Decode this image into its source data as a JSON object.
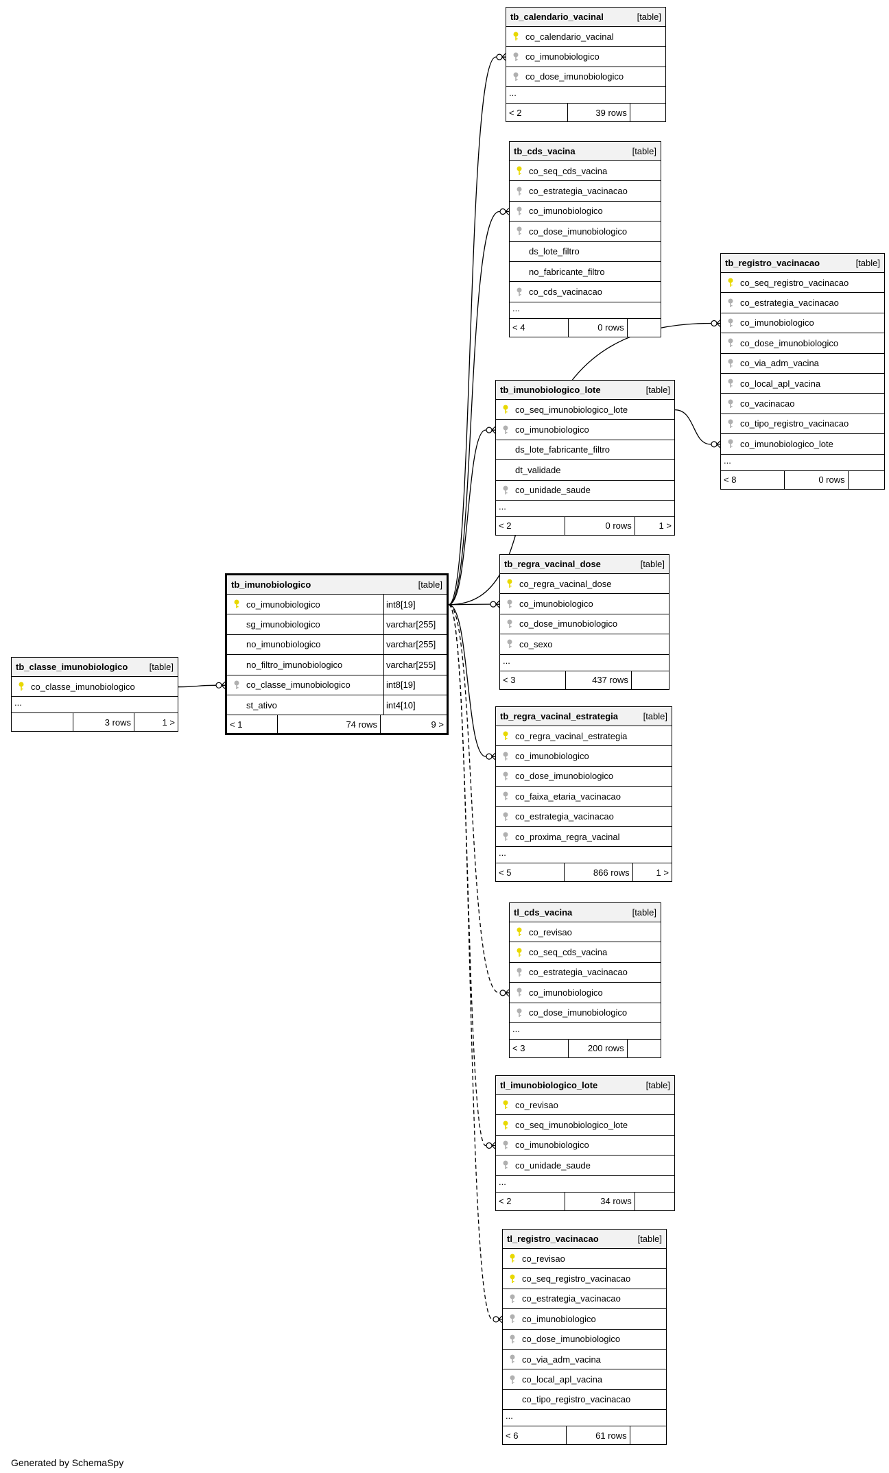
{
  "generated_by": "Generated by SchemaSpy",
  "table_tag": "[table]",
  "tables": [
    {
      "id": "tb_classe_imunobiologico",
      "name": "tb_classe_imunobiologico",
      "columns": [
        {
          "n": "co_classe_imunobiologico",
          "k": "pk"
        }
      ],
      "ellipsis": true,
      "footer": [
        "",
        "3 rows",
        "1 >"
      ]
    },
    {
      "id": "tb_imunobiologico",
      "name": "tb_imunobiologico",
      "focus": true,
      "columns": [
        {
          "n": "co_imunobiologico",
          "k": "pk",
          "t": "int8[19]"
        },
        {
          "n": "sg_imunobiologico",
          "k": "",
          "t": "varchar[255]"
        },
        {
          "n": "no_imunobiologico",
          "k": "",
          "t": "varchar[255]"
        },
        {
          "n": "no_filtro_imunobiologico",
          "k": "",
          "t": "varchar[255]"
        },
        {
          "n": "co_classe_imunobiologico",
          "k": "fk",
          "t": "int8[19]"
        },
        {
          "n": "st_ativo",
          "k": "",
          "t": "int4[10]"
        }
      ],
      "ellipsis": false,
      "footer": [
        "< 1",
        "74 rows",
        "9 >"
      ]
    },
    {
      "id": "tb_calendario_vacinal",
      "name": "tb_calendario_vacinal",
      "columns": [
        {
          "n": "co_calendario_vacinal",
          "k": "pk"
        },
        {
          "n": "co_imunobiologico",
          "k": "fk"
        },
        {
          "n": "co_dose_imunobiologico",
          "k": "fk"
        }
      ],
      "ellipsis": true,
      "footer": [
        "< 2",
        "39 rows",
        ""
      ]
    },
    {
      "id": "tb_cds_vacina",
      "name": "tb_cds_vacina",
      "columns": [
        {
          "n": "co_seq_cds_vacina",
          "k": "pk"
        },
        {
          "n": "co_estrategia_vacinacao",
          "k": "fk"
        },
        {
          "n": "co_imunobiologico",
          "k": "fk"
        },
        {
          "n": "co_dose_imunobiologico",
          "k": "fk"
        },
        {
          "n": "ds_lote_filtro",
          "k": ""
        },
        {
          "n": "no_fabricante_filtro",
          "k": ""
        },
        {
          "n": "co_cds_vacinacao",
          "k": "fk"
        }
      ],
      "ellipsis": true,
      "footer": [
        "< 4",
        "0 rows",
        ""
      ]
    },
    {
      "id": "tb_registro_vacinacao",
      "name": "tb_registro_vacinacao",
      "columns": [
        {
          "n": "co_seq_registro_vacinacao",
          "k": "pk"
        },
        {
          "n": "co_estrategia_vacinacao",
          "k": "fk"
        },
        {
          "n": "co_imunobiologico",
          "k": "fk"
        },
        {
          "n": "co_dose_imunobiologico",
          "k": "fk"
        },
        {
          "n": "co_via_adm_vacina",
          "k": "fk"
        },
        {
          "n": "co_local_apl_vacina",
          "k": "fk"
        },
        {
          "n": "co_vacinacao",
          "k": "fk"
        },
        {
          "n": "co_tipo_registro_vacinacao",
          "k": "fk"
        },
        {
          "n": "co_imunobiologico_lote",
          "k": "fk"
        }
      ],
      "ellipsis": true,
      "footer": [
        "< 8",
        "0 rows",
        ""
      ]
    },
    {
      "id": "tb_imunobiologico_lote",
      "name": "tb_imunobiologico_lote",
      "columns": [
        {
          "n": "co_seq_imunobiologico_lote",
          "k": "pk"
        },
        {
          "n": "co_imunobiologico",
          "k": "fk"
        },
        {
          "n": "ds_lote_fabricante_filtro",
          "k": ""
        },
        {
          "n": "dt_validade",
          "k": ""
        },
        {
          "n": "co_unidade_saude",
          "k": "fk"
        }
      ],
      "ellipsis": true,
      "footer": [
        "< 2",
        "0 rows",
        "1 >"
      ]
    },
    {
      "id": "tb_regra_vacinal_dose",
      "name": "tb_regra_vacinal_dose",
      "columns": [
        {
          "n": "co_regra_vacinal_dose",
          "k": "pk"
        },
        {
          "n": "co_imunobiologico",
          "k": "fk"
        },
        {
          "n": "co_dose_imunobiologico",
          "k": "fk"
        },
        {
          "n": "co_sexo",
          "k": "fk"
        }
      ],
      "ellipsis": true,
      "footer": [
        "< 3",
        "437 rows",
        ""
      ]
    },
    {
      "id": "tb_regra_vacinal_estrategia",
      "name": "tb_regra_vacinal_estrategia",
      "columns": [
        {
          "n": "co_regra_vacinal_estrategia",
          "k": "pk"
        },
        {
          "n": "co_imunobiologico",
          "k": "fk"
        },
        {
          "n": "co_dose_imunobiologico",
          "k": "fk"
        },
        {
          "n": "co_faixa_etaria_vacinacao",
          "k": "fk"
        },
        {
          "n": "co_estrategia_vacinacao",
          "k": "fk"
        },
        {
          "n": "co_proxima_regra_vacinal",
          "k": "fk"
        }
      ],
      "ellipsis": true,
      "footer": [
        "< 5",
        "866 rows",
        "1 >"
      ]
    },
    {
      "id": "tl_cds_vacina",
      "name": "tl_cds_vacina",
      "columns": [
        {
          "n": "co_revisao",
          "k": "pk"
        },
        {
          "n": "co_seq_cds_vacina",
          "k": "pk"
        },
        {
          "n": "co_estrategia_vacinacao",
          "k": "fk"
        },
        {
          "n": "co_imunobiologico",
          "k": "fk"
        },
        {
          "n": "co_dose_imunobiologico",
          "k": "fk"
        }
      ],
      "ellipsis": true,
      "footer": [
        "< 3",
        "200 rows",
        ""
      ]
    },
    {
      "id": "tl_imunobiologico_lote",
      "name": "tl_imunobiologico_lote",
      "columns": [
        {
          "n": "co_revisao",
          "k": "pk"
        },
        {
          "n": "co_seq_imunobiologico_lote",
          "k": "pk"
        },
        {
          "n": "co_imunobiologico",
          "k": "fk"
        },
        {
          "n": "co_unidade_saude",
          "k": "fk"
        }
      ],
      "ellipsis": true,
      "footer": [
        "< 2",
        "34 rows",
        ""
      ]
    },
    {
      "id": "tl_registro_vacinacao",
      "name": "tl_registro_vacinacao",
      "columns": [
        {
          "n": "co_revisao",
          "k": "pk"
        },
        {
          "n": "co_seq_registro_vacinacao",
          "k": "pk"
        },
        {
          "n": "co_estrategia_vacinacao",
          "k": "fk"
        },
        {
          "n": "co_imunobiologico",
          "k": "fk"
        },
        {
          "n": "co_dose_imunobiologico",
          "k": "fk"
        },
        {
          "n": "co_via_adm_vacina",
          "k": "fk"
        },
        {
          "n": "co_local_apl_vacina",
          "k": "fk"
        },
        {
          "n": "co_tipo_registro_vacinacao",
          "k": ""
        }
      ],
      "ellipsis": true,
      "footer": [
        "< 6",
        "61 rows",
        ""
      ]
    }
  ],
  "relationships": [
    {
      "from": "tb_imunobiologico",
      "fromCol": "co_imunobiologico",
      "to": "tb_calendario_vacinal",
      "toCol": "co_imunobiologico",
      "style": "solid"
    },
    {
      "from": "tb_imunobiologico",
      "fromCol": "co_imunobiologico",
      "to": "tb_cds_vacina",
      "toCol": "co_imunobiologico",
      "style": "solid"
    },
    {
      "from": "tb_imunobiologico",
      "fromCol": "co_imunobiologico",
      "to": "tb_registro_vacinacao",
      "toCol": "co_imunobiologico",
      "style": "solid"
    },
    {
      "from": "tb_imunobiologico",
      "fromCol": "co_imunobiologico",
      "to": "tb_imunobiologico_lote",
      "toCol": "co_imunobiologico",
      "style": "solid"
    },
    {
      "from": "tb_imunobiologico",
      "fromCol": "co_imunobiologico",
      "to": "tb_regra_vacinal_dose",
      "toCol": "co_imunobiologico",
      "style": "solid"
    },
    {
      "from": "tb_imunobiologico",
      "fromCol": "co_imunobiologico",
      "to": "tb_regra_vacinal_estrategia",
      "toCol": "co_imunobiologico",
      "style": "solid"
    },
    {
      "from": "tb_imunobiologico",
      "fromCol": "co_imunobiologico",
      "to": "tl_cds_vacina",
      "toCol": "co_imunobiologico",
      "style": "dashed"
    },
    {
      "from": "tb_imunobiologico",
      "fromCol": "co_imunobiologico",
      "to": "tl_imunobiologico_lote",
      "toCol": "co_imunobiologico",
      "style": "dashed"
    },
    {
      "from": "tb_imunobiologico",
      "fromCol": "co_imunobiologico",
      "to": "tl_registro_vacinacao",
      "toCol": "co_imunobiologico",
      "style": "dashed"
    },
    {
      "from": "tb_classe_imunobiologico",
      "fromCol": "co_classe_imunobiologico",
      "to": "tb_imunobiologico",
      "toCol": "co_classe_imunobiologico",
      "style": "solid"
    },
    {
      "from": "tb_imunobiologico_lote",
      "fromCol": "co_seq_imunobiologico_lote",
      "to": "tb_registro_vacinacao",
      "toCol": "co_imunobiologico_lote",
      "style": "solid"
    }
  ],
  "colors": {
    "pk_key": "#e8d800",
    "fk_key": "#b0b0b0",
    "header_bg": "#f2f2f2"
  }
}
